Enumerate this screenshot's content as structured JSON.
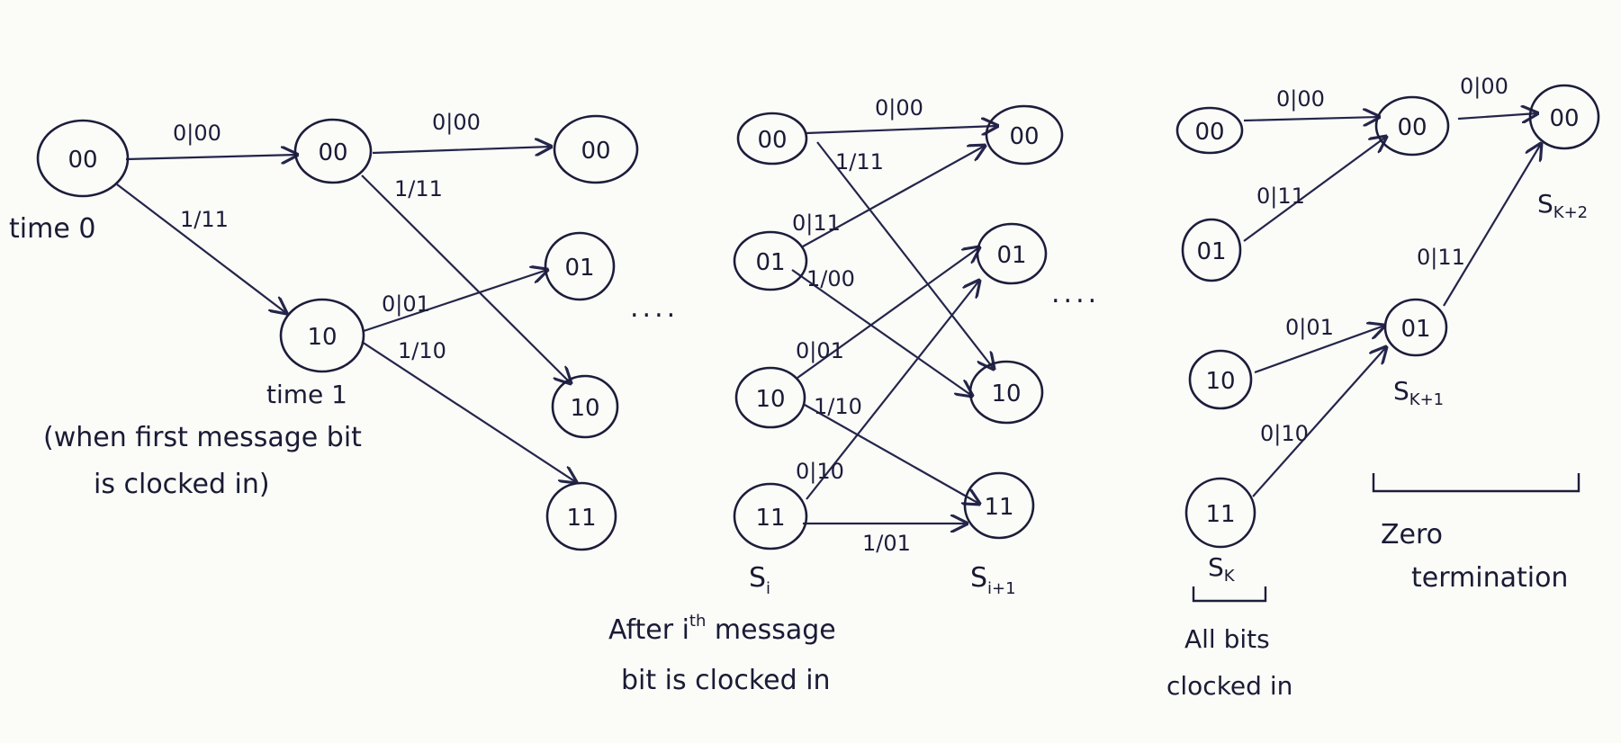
{
  "diagram": {
    "nodes": {
      "t0_00": "00",
      "t1_00": "00",
      "t1_10": "10",
      "t2_00": "00",
      "t2_01": "01",
      "t2_10": "10",
      "t2_11": "11",
      "si_00": "00",
      "si_01": "01",
      "si_10": "10",
      "si_11": "11",
      "sj_00": "00",
      "sj_01": "01",
      "sj_10": "10",
      "sj_11": "11",
      "sk_00": "00",
      "sk_01": "01",
      "sk_10": "10",
      "sk_11": "11",
      "sk1_00": "00",
      "sk1_01": "01",
      "sk2_00": "00"
    },
    "edges": [
      {
        "label": "0|00"
      },
      {
        "label": "1/11"
      },
      {
        "label": "0|00"
      },
      {
        "label": "1/11"
      },
      {
        "label": "0|01"
      },
      {
        "label": "1/10"
      },
      {
        "label": "0|00"
      },
      {
        "label": "1/11"
      },
      {
        "label": "0|11"
      },
      {
        "label": "1/00"
      },
      {
        "label": "0|01"
      },
      {
        "label": "1/10"
      },
      {
        "label": "0|10"
      },
      {
        "label": "1/01"
      },
      {
        "label": "0|00"
      },
      {
        "label": "0|11"
      },
      {
        "label": "0|01"
      },
      {
        "label": "0|10"
      },
      {
        "label": "0|00"
      },
      {
        "label": "0|11"
      }
    ],
    "labels": {
      "time0": "time 0",
      "time1": "time 1",
      "time1_note_line1": "(when first message bit",
      "time1_note_line2": "is clocked in)",
      "si": "S",
      "si_sub": "i",
      "si1": "S",
      "si1_sub": "i+1",
      "after_line1": "After i",
      "after_sup": "th",
      "after_line1b": " message",
      "after_line2": "bit is clocked in",
      "sk": "S",
      "sk_sub": "K",
      "all_bits_line1": "All bits",
      "all_bits_line2": "clocked in",
      "sk1": "S",
      "sk1_sub": "K+1",
      "sk2": "S",
      "sk2_sub": "K+2",
      "zero_line1": "Zero",
      "zero_line2": "termination",
      "ellipsis1": "....",
      "ellipsis2": "...."
    }
  }
}
